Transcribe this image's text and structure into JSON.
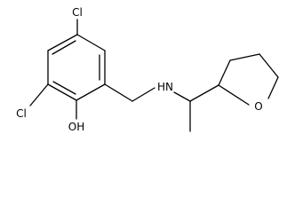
{
  "molecule": {
    "atoms": {
      "cl_top": "Cl",
      "cl_left": "Cl",
      "hydroxyl": "OH",
      "amine": "HN",
      "ring_oxygen": "O"
    }
  }
}
